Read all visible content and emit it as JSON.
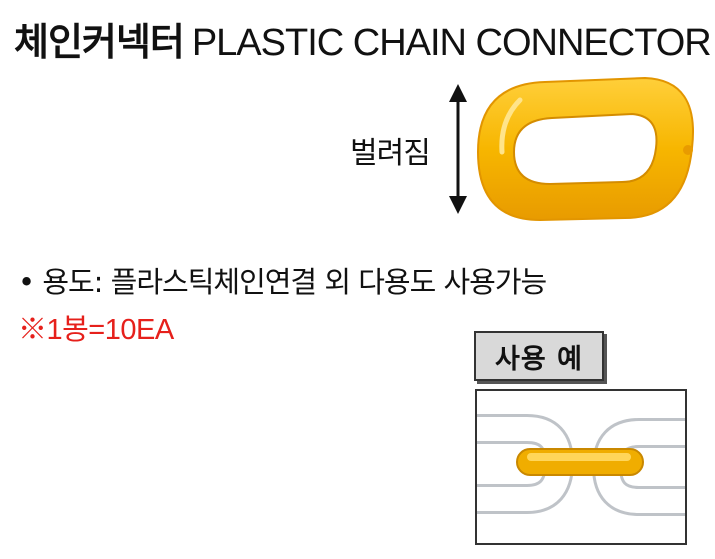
{
  "title": {
    "korean": "체인커넥터",
    "english": "PLASTIC CHAIN CONNECTOR"
  },
  "product_image": {
    "spread_label": "벌려짐",
    "connector_color": "#f7b600",
    "connector_highlight": "#ffd24a"
  },
  "description": {
    "usage": "• 용도: 플라스틱체인연결 외 다용도 사용가능",
    "pack": "※1봉=10EA",
    "pack_color": "#e6201b"
  },
  "example": {
    "badge_label": "사용 예",
    "chain_color": "#ffffff"
  }
}
